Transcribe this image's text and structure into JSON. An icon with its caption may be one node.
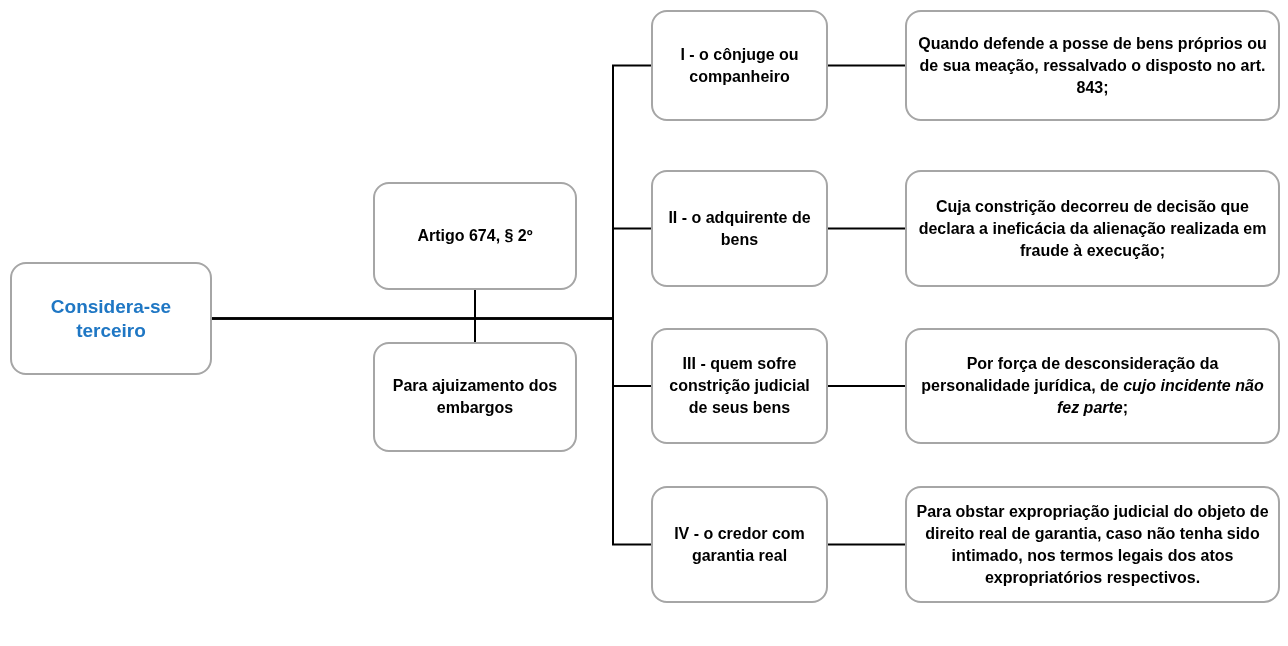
{
  "diagram": {
    "nodes": [
      {
        "text": [
          "Considera-se terceiro"
        ]
      },
      {
        "text": [
          "Artigo 674, § 2º"
        ]
      },
      {
        "text": [
          "Para ajuizamento dos embargos"
        ]
      },
      {
        "text": [
          "I - o cônjuge ou companheiro"
        ]
      },
      {
        "text": [
          "Quando defende a posse de bens próprios ou de sua meação, ressalvado o disposto no art. 843;"
        ]
      },
      {
        "text": [
          "II - o adquirente de bens"
        ]
      },
      {
        "text": [
          "Cuja constrição decorreu de decisão que declara a ineficácia da alienação realizada em fraude à execução;"
        ]
      },
      {
        "text": [
          "III - quem sofre constrição judicial de seus bens"
        ]
      },
      {
        "text": [
          "Por força de desconsideração da personalidade jurídica, de *cujo incidente não fez parte*;"
        ]
      },
      {
        "text": [
          "IV - o credor com garantia real"
        ]
      },
      {
        "text": [
          "Para obstar expropriação judicial do objeto de direito real de garantia, caso não tenha sido intimado, nos termos legais dos atos expropriatórios respectivos."
        ]
      }
    ],
    "edges": [
      {
        "from": 0,
        "to": 3,
        "arrow": "none"
      },
      {
        "from": 0,
        "to": 5,
        "arrow": "none"
      },
      {
        "from": 0,
        "to": 7,
        "arrow": "none"
      },
      {
        "from": 0,
        "to": 9,
        "arrow": "none"
      },
      {
        "from": 1,
        "to": 2,
        "arrow": "none"
      },
      {
        "from": 3,
        "to": 4,
        "arrow": "none"
      },
      {
        "from": 5,
        "to": 6,
        "arrow": "none"
      },
      {
        "from": 7,
        "to": 8,
        "arrow": "none"
      },
      {
        "from": 9,
        "to": 10,
        "arrow": "none"
      }
    ]
  }
}
